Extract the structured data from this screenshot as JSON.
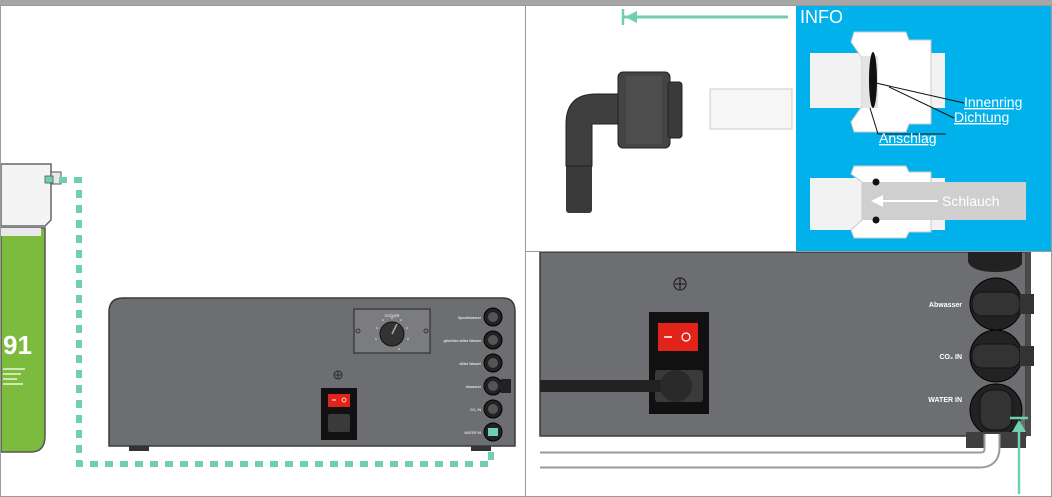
{
  "left_panel": {
    "filter_number": "91",
    "cooler_knob_label": "COOLER",
    "port_labels": [
      "Sprudelwasser",
      "gekühltes stilles Wasser",
      "stilles Wasser",
      "Abwasser",
      "CO₂ IN",
      "WATER IN"
    ],
    "colors": {
      "tube_dashed": "#6fcfb0",
      "device_gray": "#6d6e71",
      "filter_green": "#7dbb3f",
      "switch_red": "#e2231a"
    }
  },
  "info_panel": {
    "title": "INFO",
    "labels": {
      "inner_ring": "Innenring",
      "seal": "Dichtung",
      "stop": "Anschlag",
      "hose": "Schlauch"
    },
    "colors": {
      "info_bg": "#00b1eb",
      "arrow_teal": "#6fcfb0"
    }
  },
  "zoom_panel": {
    "port_labels": {
      "waste": "Abwasser",
      "co2": "CO₂ IN",
      "water": "WATER IN"
    }
  }
}
